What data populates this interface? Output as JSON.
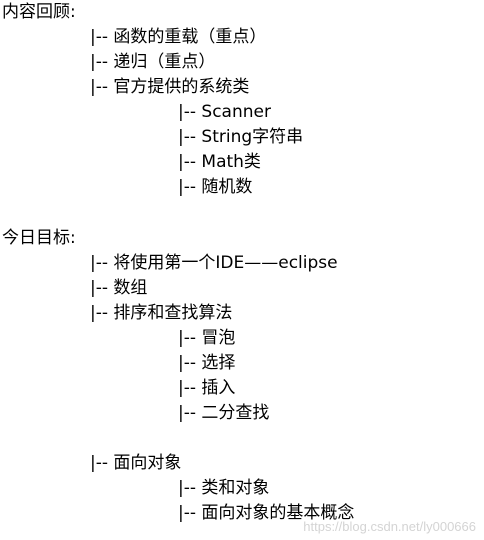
{
  "review": {
    "heading": "内容回顾:",
    "items": [
      "|-- 函数的重载（重点）",
      "|-- 递归（重点）",
      "|-- 官方提供的系统类"
    ],
    "subitems": [
      "|-- Scanner",
      "|-- String字符串",
      "|-- Math类",
      "|-- 随机数"
    ]
  },
  "goals": {
    "heading": "今日目标:",
    "items": [
      "|-- 将使用第一个IDE——eclipse",
      "|-- 数组",
      "|-- 排序和查找算法"
    ],
    "algorithm_subitems": [
      "|-- 冒泡",
      "|-- 选择",
      "|-- 插入",
      "|-- 二分查找"
    ],
    "oop_item": "|-- 面向对象",
    "oop_subitems": [
      "|-- 类和对象",
      "|-- 面向对象的基本概念"
    ]
  },
  "watermark": "https://blog.csdn.net/ly000666"
}
